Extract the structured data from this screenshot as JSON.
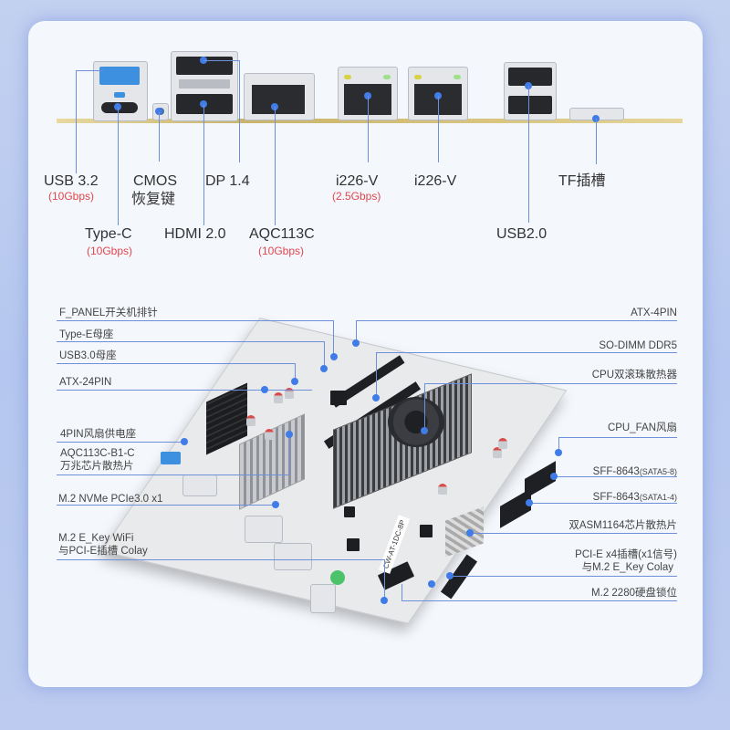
{
  "io_panel": {
    "ports": [
      {
        "label": "USB 3.2",
        "spec": "(10Gbps)"
      },
      {
        "label": "Type-C",
        "spec": "(10Gbps)"
      },
      {
        "label": "CMOS",
        "label2": "恢复键"
      },
      {
        "label": "HDMI 2.0"
      },
      {
        "label": "DP 1.4"
      },
      {
        "label": "AQC113C",
        "spec": "(10Gbps)"
      },
      {
        "label": "i226-V",
        "spec": "(2.5Gbps)"
      },
      {
        "label": "i226-V"
      },
      {
        "label": "USB2.0"
      },
      {
        "label": "TF插槽"
      }
    ]
  },
  "board_callouts": {
    "left": [
      {
        "label": "F_PANEL开关机排针"
      },
      {
        "label": "Type-E母座"
      },
      {
        "label": "USB3.0母座"
      },
      {
        "label": "ATX-24PIN"
      },
      {
        "label": "4PIN风扇供电座"
      },
      {
        "label": "AQC113C-B1-C",
        "label2": "万兆芯片散热片"
      },
      {
        "label": "M.2 NVMe PCIe3.0 x1"
      },
      {
        "label": "M.2 E_Key WiFi",
        "label2": "与PCI-E插槽 Colay"
      }
    ],
    "right": [
      {
        "label": "ATX-4PIN"
      },
      {
        "label": "SO-DIMM DDR5"
      },
      {
        "label": "CPU双滚珠散热器"
      },
      {
        "label": "CPU_FAN风扇"
      },
      {
        "label": "SFF-8643",
        "small": "(SATA5-8)"
      },
      {
        "label": "SFF-8643",
        "small": "(SATA1-4)"
      },
      {
        "label": "双ASM1164芯片散热片"
      },
      {
        "label": "PCI-E x4插槽(x1信号)",
        "label2": "与M.2 E_Key Colay"
      },
      {
        "label": "M.2 2280硬盘锁位"
      }
    ]
  },
  "board_silkscreen": "CW-AT-1DC-8P",
  "colors": {
    "callout_line": "#6d90dc",
    "callout_dot": "#3f7ce8",
    "spec_text": "#e0474c",
    "card_bg": "#f4f7fc",
    "page_bg": "#bccbef"
  }
}
